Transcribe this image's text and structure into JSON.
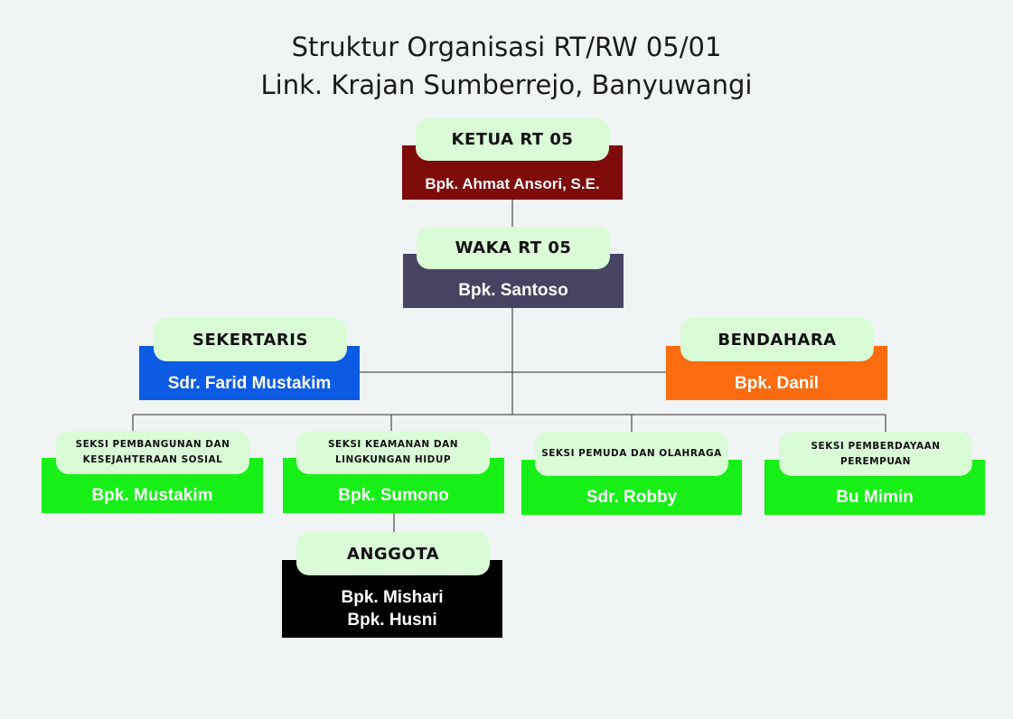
{
  "title": {
    "line1": "Struktur Organisasi RT/RW 05/01",
    "line2": "Link. Krajan Sumberrejo, Banyuwangi"
  },
  "nodes": {
    "ketua": {
      "role": "KETUA RT 05",
      "name": "Bpk. Ahmat Ansori, S.E.",
      "color": "#7e0a0a"
    },
    "waka": {
      "role": "WAKA RT 05",
      "name": "Bpk. Santoso",
      "color": "#474462"
    },
    "sekertaris": {
      "role": "SEKERTARIS",
      "name": "Sdr. Farid Mustakim",
      "color": "#0c5be4"
    },
    "bendahara": {
      "role": "BENDAHARA",
      "name": "Bpk. Danil",
      "color": "#fb6b0f"
    },
    "seksi_pembangunan": {
      "role": "SEKSI PEMBANGUNAN DAN KESEJAHTERAAN SOSIAL",
      "name": "Bpk. Mustakim",
      "color": "#16f016"
    },
    "seksi_keamanan": {
      "role": "SEKSI KEAMANAN DAN LINGKUNGAN HIDUP",
      "name": "Bpk. Sumono",
      "color": "#16f016"
    },
    "seksi_pemuda": {
      "role": "SEKSI PEMUDA DAN OLAHRAGA",
      "name": "Sdr. Robby",
      "color": "#16f016"
    },
    "seksi_pemberdayaan": {
      "role": "SEKSI PEMBERDAYAAN PEREMPUAN",
      "name": "Bu Mimin",
      "color": "#16f016"
    },
    "anggota": {
      "role": "ANGGOTA",
      "members": [
        "Bpk. Mishari",
        "Bpk. Husni"
      ],
      "color": "#000000"
    }
  },
  "colors": {
    "pill": "#d9fcd6",
    "line": "#555555",
    "background": "#f1f4f5"
  }
}
